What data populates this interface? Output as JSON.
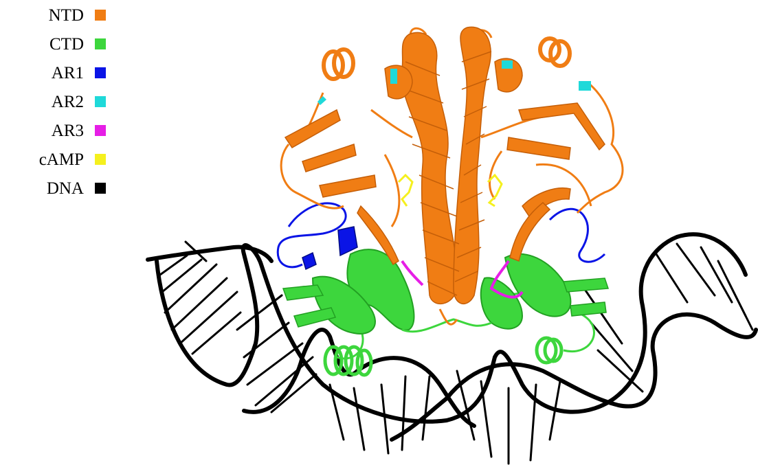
{
  "legend": {
    "items": [
      {
        "label": "NTD",
        "color": "#f07d14"
      },
      {
        "label": "CTD",
        "color": "#3dd63d"
      },
      {
        "label": "AR1",
        "color": "#0a14e6"
      },
      {
        "label": "AR2",
        "color": "#1fd9d9"
      },
      {
        "label": "AR3",
        "color": "#e61ee6"
      },
      {
        "label": "cAMP",
        "color": "#f5f01e"
      },
      {
        "label": "DNA",
        "color": "#000000"
      }
    ]
  },
  "colors": {
    "ntd": "#f07d14",
    "ntd_dark": "#c45e08",
    "ctd": "#3dd63d",
    "ctd_dark": "#22a022",
    "ar1": "#0a14e6",
    "ar2": "#1fd9d9",
    "ar3": "#e61ee6",
    "camp": "#f5f01e",
    "dna": "#000000"
  }
}
